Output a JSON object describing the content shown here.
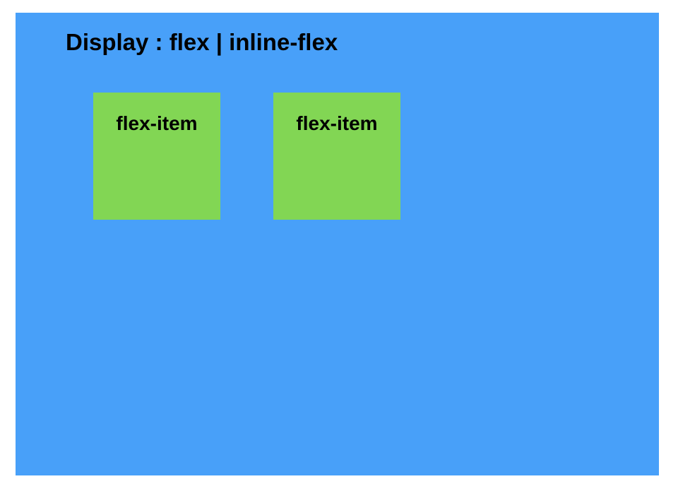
{
  "title": "Display : flex | inline-flex",
  "items": [
    {
      "label": "flex-item"
    },
    {
      "label": "flex-item"
    }
  ],
  "colors": {
    "container": "#48a0f9",
    "item": "#82d654",
    "text": "#000000",
    "page": "#ffffff"
  }
}
